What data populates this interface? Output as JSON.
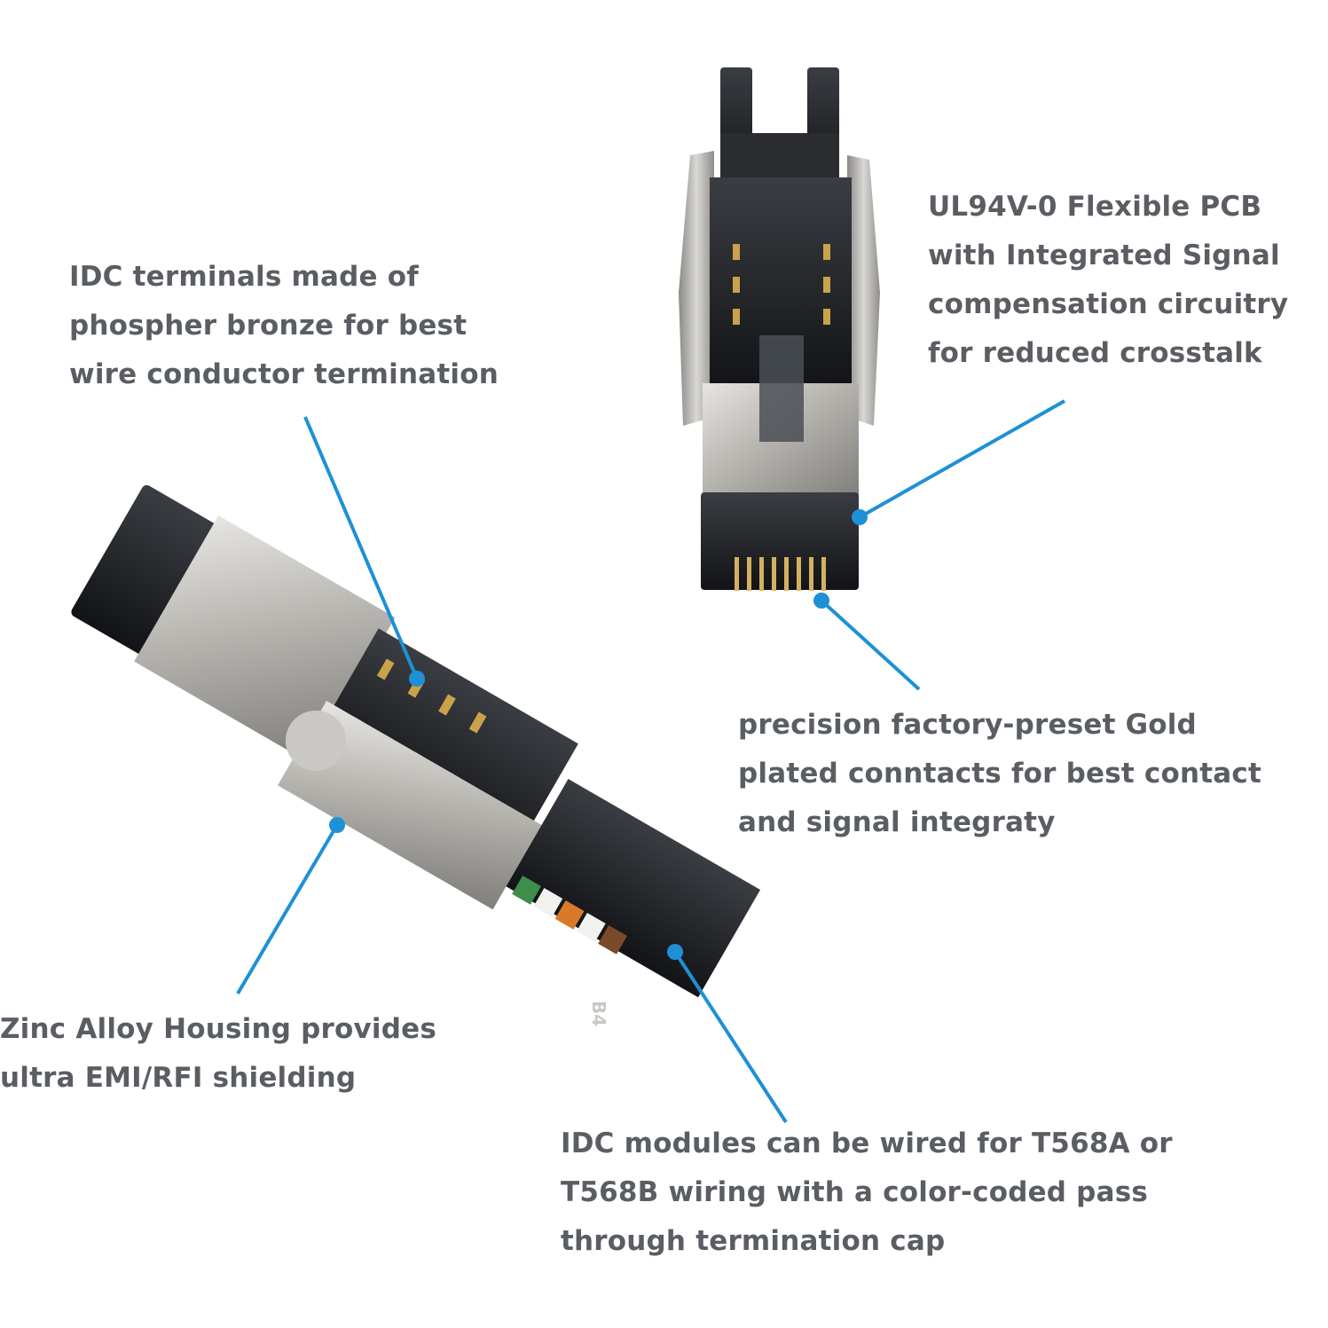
{
  "colors": {
    "callout_text": "#5a5e63",
    "leader_line": "#1e90d6",
    "connector_metal": "#b9b8b4",
    "connector_plastic": "#1b1d21"
  },
  "callouts": {
    "pcb": {
      "lines": [
        "UL94V-0 Flexible PCB",
        "with Integrated Signal",
        "compensation circuitry",
        "for reduced crosstalk"
      ]
    },
    "idc_terminals": {
      "lines": [
        "IDC terminals made of",
        "phospher bronze for best",
        "wire conductor termination"
      ]
    },
    "gold_contacts": {
      "lines": [
        "precision factory-preset Gold",
        "plated conntacts for best contact",
        "and signal integraty"
      ]
    },
    "zinc_housing": {
      "lines": [
        "Zinc Alloy Housing provides",
        "ultra EMI/RFI shielding"
      ]
    },
    "idc_modules": {
      "lines": [
        "IDC modules can be wired for T568A or",
        "T568B wiring with a color-coded pass",
        "through termination cap"
      ]
    }
  },
  "product_labels": {
    "cap_marking": "B4"
  }
}
